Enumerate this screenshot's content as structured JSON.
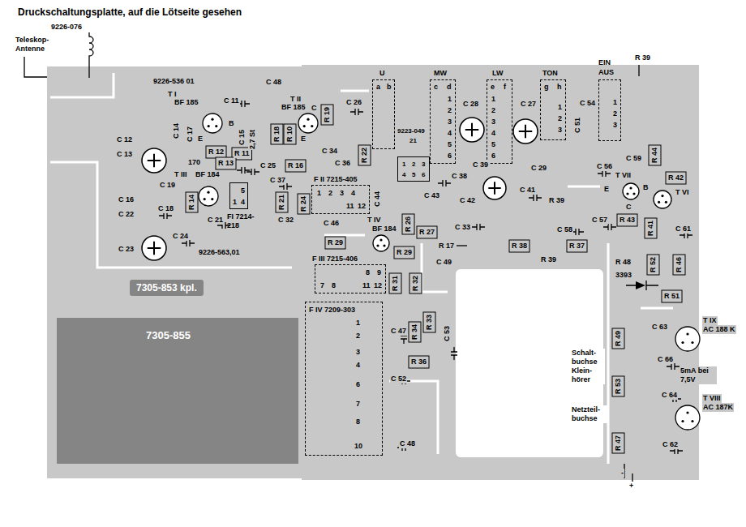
{
  "diagram": {
    "title": "Druckschaltungsplatte, auf die Lötseite gesehen",
    "nodes": [
      {
        "text": [
          "U",
          "a",
          "b"
        ]
      },
      {
        "text": [
          "MW",
          "c",
          "d",
          "1",
          "2",
          "3",
          "4",
          "5",
          "6"
        ]
      },
      {
        "text": [
          "LW",
          "e",
          "f",
          "1",
          "2",
          "3",
          "4",
          "5",
          "6"
        ]
      },
      {
        "text": [
          "TON",
          "g",
          "h",
          "1",
          "2",
          "3"
        ]
      },
      {
        "text": [
          "EIN",
          "AUS",
          "1",
          "2",
          "3"
        ]
      },
      {
        "text": [
          "9223-049",
          "21",
          "1",
          "2",
          "3",
          "4",
          "5",
          "6"
        ]
      },
      {
        "text": [
          "5",
          "1",
          "4",
          "FI 7214-218"
        ]
      },
      {
        "text": [
          "F II 7215-405",
          "1",
          "2",
          "3",
          "4",
          "11",
          "12"
        ]
      },
      {
        "text": [
          "F III 7215-406",
          "8",
          "9",
          "7",
          "8",
          "11",
          "12"
        ]
      },
      {
        "text": [
          "F IV 7209-303",
          "1",
          "2",
          "3",
          "4",
          "6",
          "7",
          "8",
          "10"
        ]
      },
      {
        "text": [
          "7305-853 kpl."
        ]
      },
      {
        "text": [
          "7305-855"
        ]
      }
    ],
    "labels": [
      "Teleskop-Antenne",
      "9226-076",
      "9226-536 01",
      "T I",
      "BF 185",
      "C 11",
      "B",
      "E",
      "C 48",
      "T II",
      "BF 185",
      "C",
      "E",
      "C 26",
      "R 19",
      "C 14",
      "C 17",
      "C 15",
      "2,7 St",
      "R 18",
      "R 10",
      "C 12",
      "C 13",
      "R 12",
      "R 11",
      "C 34",
      "R 22",
      "C 36",
      "170",
      "R 13",
      "C 25",
      "R 16",
      "C 19",
      "T III",
      "BF 184",
      "C 37",
      "R 14",
      "C 16",
      "C 18",
      "R 21",
      "R 24",
      "C 32",
      "C 22",
      "C 21",
      "C 24",
      "C 23",
      "9226-563,01",
      "C 44",
      "C 38",
      "C 43",
      "C 42",
      "C 39",
      "C 41",
      "R 39",
      "R 26",
      "R 27",
      "C 33",
      "C 46",
      "T IV",
      "BF 184",
      "R 29",
      "R 29",
      "C 49",
      "R 17",
      "R 38",
      "R 37",
      "R 39",
      "C 58",
      "C 57",
      "C 56",
      "C 29",
      "C 28",
      "C 27",
      "C 51",
      "C 54",
      "R 39",
      "C 59",
      "R 44",
      "T VII",
      "E",
      "C",
      "B",
      "T VI",
      "R 42",
      "R 41",
      "R 43",
      "C 61",
      "R 48",
      "R 52",
      "R 46",
      "3393",
      "R 51",
      "C 63",
      "R 49",
      "T IX",
      "AC 188 K",
      "C 66",
      "Schalt- buchse Klein- hörer",
      "5mA bei 7,5V",
      "C 64",
      "R 53",
      "Netzteil- buchse",
      "T VIII",
      "AC 187K",
      "C 62",
      "R 47",
      "+",
      "-",
      "R 31",
      "R 32",
      "C 47",
      "R 34",
      "R 33",
      "C 53",
      "R 36",
      "C 52",
      "C 48"
    ]
  }
}
